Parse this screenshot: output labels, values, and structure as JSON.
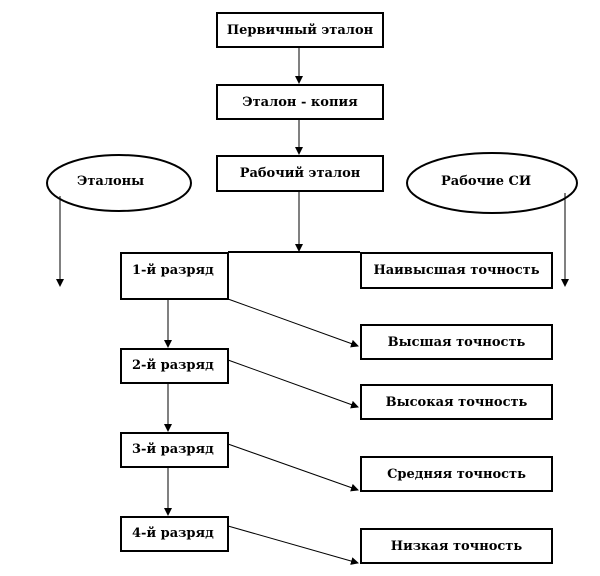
{
  "top_chain": [
    "Первичный эталон",
    "Эталон - копия",
    "Рабочий эталон"
  ],
  "ellipses": {
    "left": "Эталоны",
    "right": "Рабочие СИ"
  },
  "ranks": [
    "1-й разряд",
    "2-й разряд",
    "3-й разряд",
    "4-й разряд"
  ],
  "accuracy": [
    "Наивысшая точность",
    "Высшая точность",
    "Высокая точность",
    "Средняя точность",
    "Низкая точность"
  ]
}
